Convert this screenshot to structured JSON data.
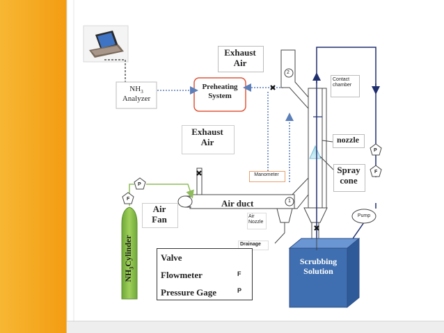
{
  "labels": {
    "exhaust_air_top": [
      "Exhaust",
      "Air"
    ],
    "exhaust_air_mid": [
      "Exhaust",
      "Air"
    ],
    "preheating_system": [
      "Preheating",
      "System"
    ],
    "nh3_analyzer": [
      "NH",
      "3",
      "Analyzer"
    ],
    "contact_chamber": [
      "Contact",
      "chamber"
    ],
    "nozzle": "nozzle",
    "spray_cone": [
      "Spray",
      "cone"
    ],
    "manometer": "Manometer",
    "air_duct": "Air duct",
    "air_fan": [
      "Air",
      "Fan"
    ],
    "air_nozzle": [
      "Air",
      "Nozzle"
    ],
    "drainage": "Drainage",
    "pump": "Pump",
    "scrubbing_solution": [
      "Scrubbing",
      "Solution"
    ],
    "nh3_cylinder": [
      "NH",
      "3",
      "Cylinder"
    ],
    "marker_p": "P",
    "marker_f": "F",
    "point_1": "1",
    "point_2": "2"
  },
  "legend": {
    "valve": "Valve",
    "flowmeter": "Flowmeter",
    "pressure_gage": "Pressure Gage",
    "flowmeter_symbol": "F",
    "pressure_symbol": "P"
  },
  "colors": {
    "orange_band": "#f5a623",
    "cylinder_green": "#8bc34a",
    "tank_blue": "#3f6fb0",
    "tank_top": "#6a96d4",
    "line_navy": "#1f2f6e",
    "dotted_blue": "#5b7fb8",
    "green_line": "#8fbc5a",
    "preheat_border": "#e0553a",
    "manometer_border": "#e8a070",
    "duct_border": "#444444"
  }
}
